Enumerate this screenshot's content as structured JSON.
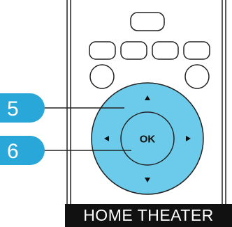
{
  "remote": {
    "ok_label": "OK",
    "arrows": {
      "up": "▲",
      "down": "▼",
      "left": "◀",
      "right": "▶"
    }
  },
  "callouts": [
    {
      "number": "5"
    },
    {
      "number": "6"
    }
  ],
  "footer": {
    "label": "HOME THEATER"
  },
  "colors": {
    "dpad": "#6ccbea",
    "callout": "#29a7d8",
    "outline": "#222222",
    "footer_bg": "#111111"
  }
}
